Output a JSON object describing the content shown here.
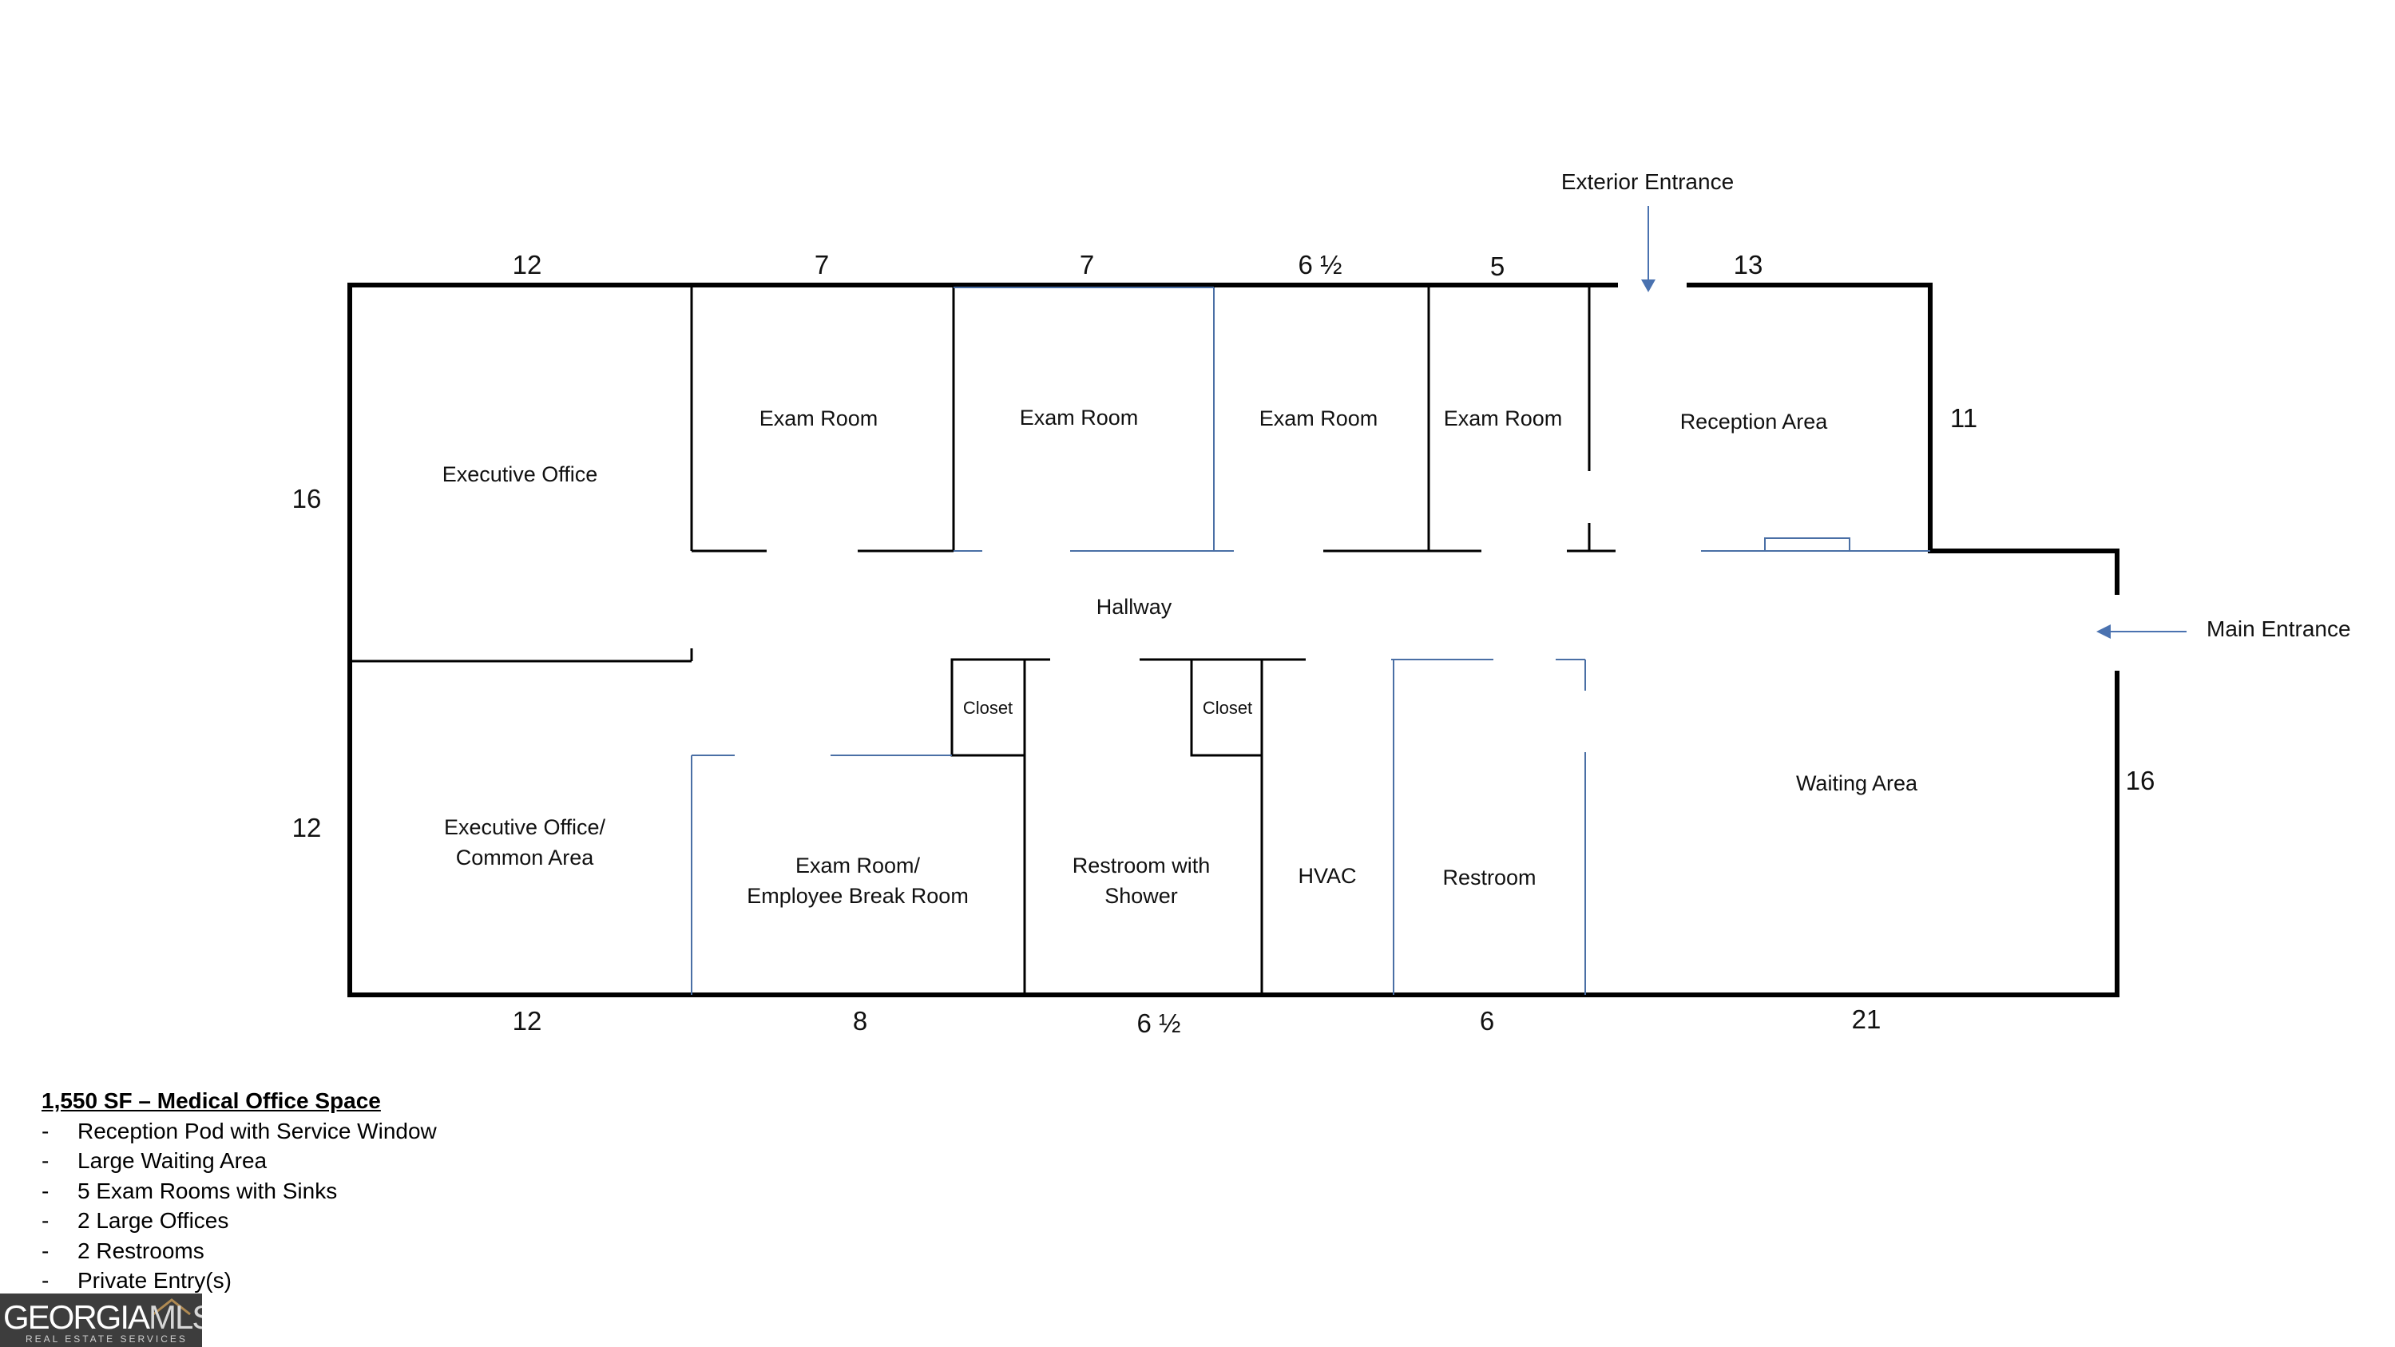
{
  "rooms": {
    "executive_office": "Executive Office",
    "exam_room_1": "Exam Room",
    "exam_room_2": "Exam Room",
    "exam_room_3": "Exam Room",
    "exam_room_4": "Exam Room",
    "reception_area": "Reception Area",
    "hallway": "Hallway",
    "closet_1": "Closet",
    "closet_2": "Closet",
    "executive_common_line1": "Executive Office/",
    "executive_common_line2": "Common Area",
    "exam_break_line1": "Exam Room/",
    "exam_break_line2": "Employee Break Room",
    "restroom_shower_line1": "Restroom with",
    "restroom_shower_line2": "Shower",
    "hvac": "HVAC",
    "restroom": "Restroom",
    "waiting_area": "Waiting Area"
  },
  "entrances": {
    "exterior": "Exterior Entrance",
    "main": "Main Entrance"
  },
  "dimensions": {
    "top": [
      "12",
      "7",
      "7",
      "6 ½",
      "5",
      "13"
    ],
    "bottom": [
      "12",
      "8",
      "6 ½",
      "6",
      "21"
    ],
    "left": [
      "16",
      "12"
    ],
    "right": [
      "11",
      "16"
    ]
  },
  "legend": {
    "title": "1,550 SF – Medical Office Space",
    "items": [
      "Reception Pod with Service Window",
      "Large Waiting Area",
      "5 Exam Rooms with Sinks",
      "2 Large Offices",
      "2 Restrooms",
      "Private Entry(s)"
    ]
  },
  "logo": {
    "word_main": "GEORGIA",
    "word_accent": "MLS",
    "subtitle": "REAL ESTATE SERVICES"
  },
  "colors": {
    "outer_wall": "#000000",
    "interior_wall_blue": "#4a6fa5",
    "arrow": "#4a72b0",
    "logo_background": "#3d3d3d"
  }
}
